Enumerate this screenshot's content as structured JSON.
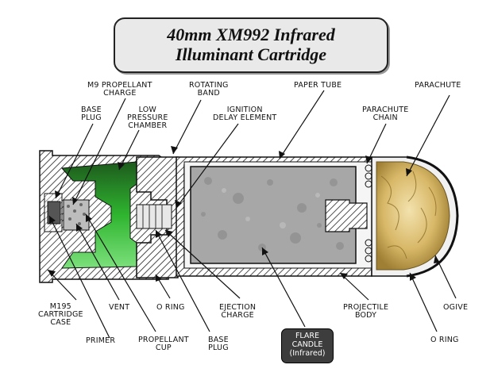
{
  "title": {
    "line1": "40mm XM992 Infrared",
    "line2": "Illuminant Cartridge"
  },
  "labels": {
    "m9_propellant_charge": [
      "M9 PROPELLANT",
      "CHARGE"
    ],
    "rotating_band": [
      "ROTATING",
      "BAND"
    ],
    "paper_tube": [
      "PAPER TUBE"
    ],
    "parachute": [
      "PARACHUTE"
    ],
    "base_plug_top": [
      "BASE",
      "PLUG"
    ],
    "low_pressure_chamber": [
      "LOW",
      "PRESSURE",
      "CHAMBER"
    ],
    "ignition_delay_element": [
      "IGNITION",
      "DELAY ELEMENT"
    ],
    "parachute_chain": [
      "PARACHUTE",
      "CHAIN"
    ],
    "m195_cartridge_case": [
      "M195",
      "CARTRIDGE",
      "CASE"
    ],
    "vent": [
      "VENT"
    ],
    "o_ring_left": [
      "O RING"
    ],
    "ejection_charge": [
      "EJECTION",
      "CHARGE"
    ],
    "projectile_body": [
      "PROJECTILE",
      "BODY"
    ],
    "ogive": [
      "OGIVE"
    ],
    "primer": [
      "PRIMER"
    ],
    "propellant_cup": [
      "PROPELLANT",
      "CUP"
    ],
    "base_plug_bottom": [
      "BASE",
      "PLUG"
    ],
    "o_ring_right": [
      "O RING"
    ],
    "flare_candle": [
      "FLARE",
      "CANDLE",
      "(Infrared)"
    ]
  },
  "colors": {
    "propellant_green": "#2fb52f",
    "flare_gray": "#a7a7a7",
    "parachute_gold": "#d8b868",
    "label_box": "#3d3d3d"
  }
}
